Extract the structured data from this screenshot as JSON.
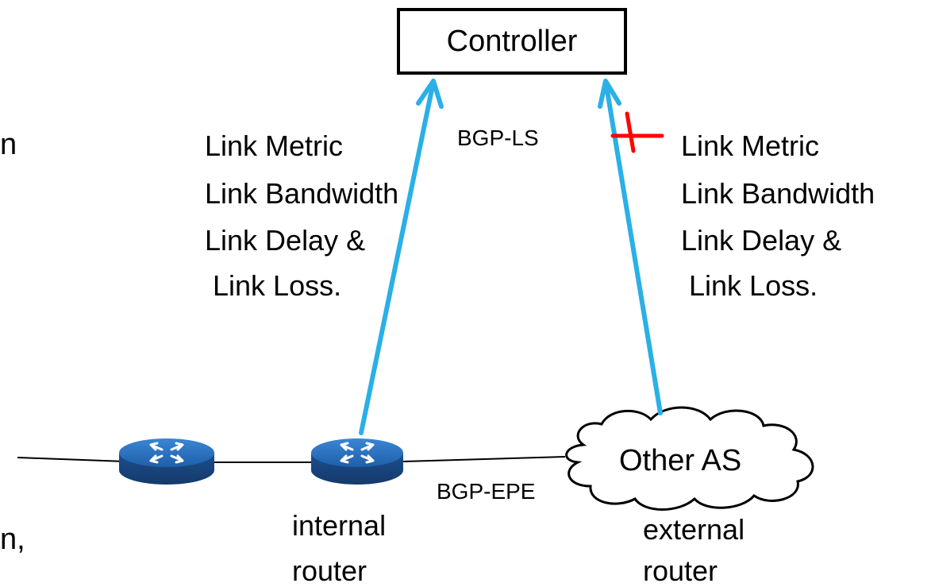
{
  "controller": {
    "label": "Controller"
  },
  "protocols": {
    "bgp_ls": "BGP-LS",
    "bgp_epe": "BGP-EPE"
  },
  "left_attributes": [
    "Link Metric",
    "Link Bandwidth",
    "Link Delay &",
    " Link Loss."
  ],
  "right_attributes": [
    "Link Metric",
    "Link Bandwidth",
    "Link Delay &",
    " Link Loss."
  ],
  "cloud": {
    "label": "Other AS"
  },
  "internal_router": {
    "line1": "internal",
    "line2": "router"
  },
  "external_router": {
    "line1": "external",
    "line2": "router"
  },
  "cut_off_text": {
    "top": "n",
    "bottom": "n,"
  },
  "colors": {
    "link_arrow": "#2ab0e6",
    "blocked_mark": "#ff0000",
    "router_body": "#1f5fa8"
  },
  "icons": {
    "router": "router-icon",
    "cloud": "cloud-icon",
    "blocked": "blocked-cross-icon"
  }
}
